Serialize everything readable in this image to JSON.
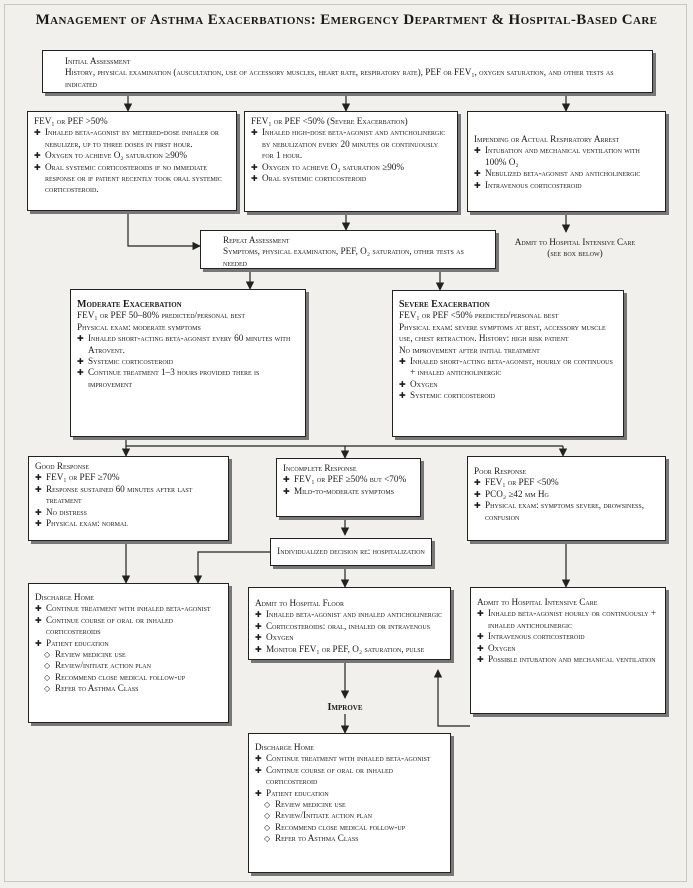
{
  "title": "Management of Asthma Exacerbations: Emergency Department & Hospital-Based Care",
  "initial": {
    "title": "Initial Assessment",
    "text": "History, physical examination (auscultation, use of accessory muscles, heart rate, respiratory rate), PEF or FEV₁, oxygen saturation, and other tests as indicated"
  },
  "fev_gt50": {
    "title": "FEV₁ or PEF >50%",
    "items": [
      "Inhaled beta-agonist by metered-dose inhaler or nebulizer, up to three doses in first hour.",
      "Oxygen to achieve O₂ saturation ≥90%",
      "Oral systemic corticosteroids if no immediate response or if patient recently took oral systemic corticosteroid."
    ]
  },
  "fev_lt50": {
    "title": "FEV₁ or PEF <50% (Severe Exacerbation)",
    "items": [
      "Inhaled high-dose beta-agonist and anticholinergic by nebulization every 20 minutes or continuously for 1 hour.",
      "Oxygen to achieve O₂ saturation ≥90%",
      "Oral systemic corticosteroid"
    ]
  },
  "arrest": {
    "title": "Impending or Actual Respiratory Arrest",
    "items": [
      "Intubation and mechanical ventilation with 100% O₂",
      "Nebulized beta-agonist and anticholinergic",
      "Intravenous corticosteroid"
    ]
  },
  "admit_icu_note": {
    "line1": "Admit to Hospital Intensive Care",
    "line2": "(see box below)"
  },
  "repeat": {
    "title": "Repeat Assessment",
    "text": "Symptoms, physical examination, PEF, O₂ saturation, other tests as needed"
  },
  "moderate": {
    "title": "Moderate Exacerbation",
    "lines": [
      "FEV₁ or PEF 50–80% predicted/personal best",
      "Physical exam: moderate symptoms"
    ],
    "items": [
      "Inhaled short-acting beta-agonist every 60 minutes with Atrovent.",
      "Systemic corticosteroid",
      "Continue treatment 1–3 hours provided there is improvement"
    ]
  },
  "severe": {
    "title": "Severe Exacerbation",
    "lines": [
      "FEV₁ or PEF <50% predicted/personal best",
      "Physical exam: severe symptoms at rest, accessory muscle use, chest retraction. History: high risk patient",
      "No improvement after initial treatment"
    ],
    "items": [
      "Inhaled short-acting beta-agonist, hourly or continuous + inhaled anticholinergic",
      "Oxygen",
      "Systemic corticosteroid"
    ]
  },
  "good": {
    "title": "Good Response",
    "items": [
      "FEV₁ or PEF ≥70%",
      "Response sustained 60 minutes after last treatment",
      "No distress",
      "Physical exam: normal"
    ]
  },
  "incomplete": {
    "title": "Incomplete Response",
    "items": [
      "FEV₁ or PEF ≥50% but <70%",
      "Mild-to-moderate symptoms"
    ]
  },
  "poor": {
    "title": "Poor Response",
    "items": [
      "FEV₁ or PEF <50%",
      "PCO₂ ≥42 mm Hg",
      "Physical exam: symptoms severe, drowsiness, confusion"
    ]
  },
  "decision": {
    "text": "Individualized decision re: hospitalization"
  },
  "discharge1": {
    "title": "Discharge Home",
    "items": [
      "Continue treatment with inhaled beta-agonist",
      "Continue course of oral or inhaled corticosteroids",
      "Patient education"
    ],
    "sub": [
      "Review medicine use",
      "Review/initiate action plan",
      "Recommend close medical follow-up",
      "Refer to Asthma Class"
    ]
  },
  "floor": {
    "title": "Admit to Hospital Floor",
    "items": [
      "Inhaled beta-agonist and inhaled anticholinergic",
      "Corticosteroids: oral, inhaled or intravenous",
      "Oxygen",
      "Monitor FEV₁ or PEF, O₂ saturation, pulse"
    ]
  },
  "icu": {
    "title": "Admit to Hospital Intensive Care",
    "items": [
      "Inhaled beta-agonist hourly or continuously + inhaled anticholinergic",
      "Intravenous corticosteroid",
      "Oxygen",
      "Possible intubation and mechanical ventilation"
    ]
  },
  "improve": {
    "label": "Improve"
  },
  "discharge2": {
    "title": "Discharge Home",
    "items": [
      "Continue treatment with inhaled beta-agonist",
      "Continue course of oral or inhaled corticosteroid",
      "Patient education"
    ],
    "sub": [
      "Review medicine use",
      "Review/Initiate action plan",
      "Recommend close medical follow-up",
      "Refer to Asthma Class"
    ]
  }
}
